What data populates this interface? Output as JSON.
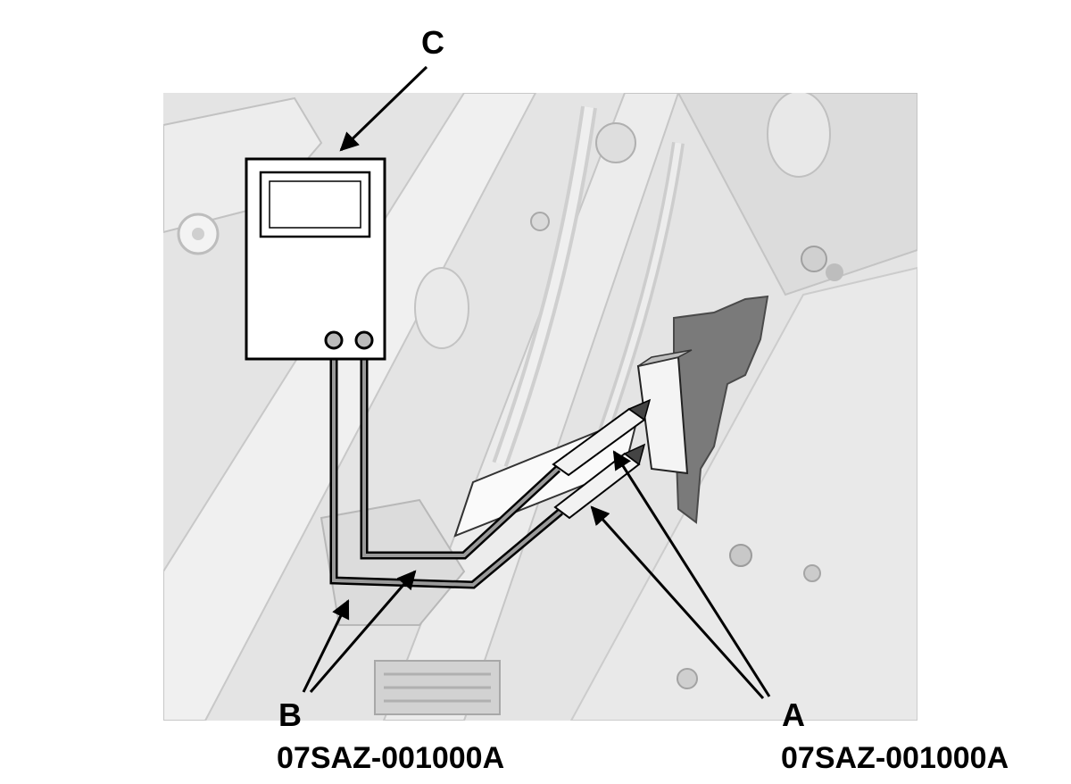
{
  "callouts": {
    "c": {
      "letter": "C"
    },
    "b": {
      "letter": "B",
      "part_number": "07SAZ-001000A"
    },
    "a": {
      "letter": "A",
      "part_number": "07SAZ-001000A"
    }
  },
  "icons": {
    "meter": "multimeter-icon",
    "connector": "connector-icon",
    "probe": "probe-icon"
  },
  "colors": {
    "background_panel": "#e6e6e6",
    "line_art": "#000000",
    "connector_dark": "#7a7a7a"
  }
}
